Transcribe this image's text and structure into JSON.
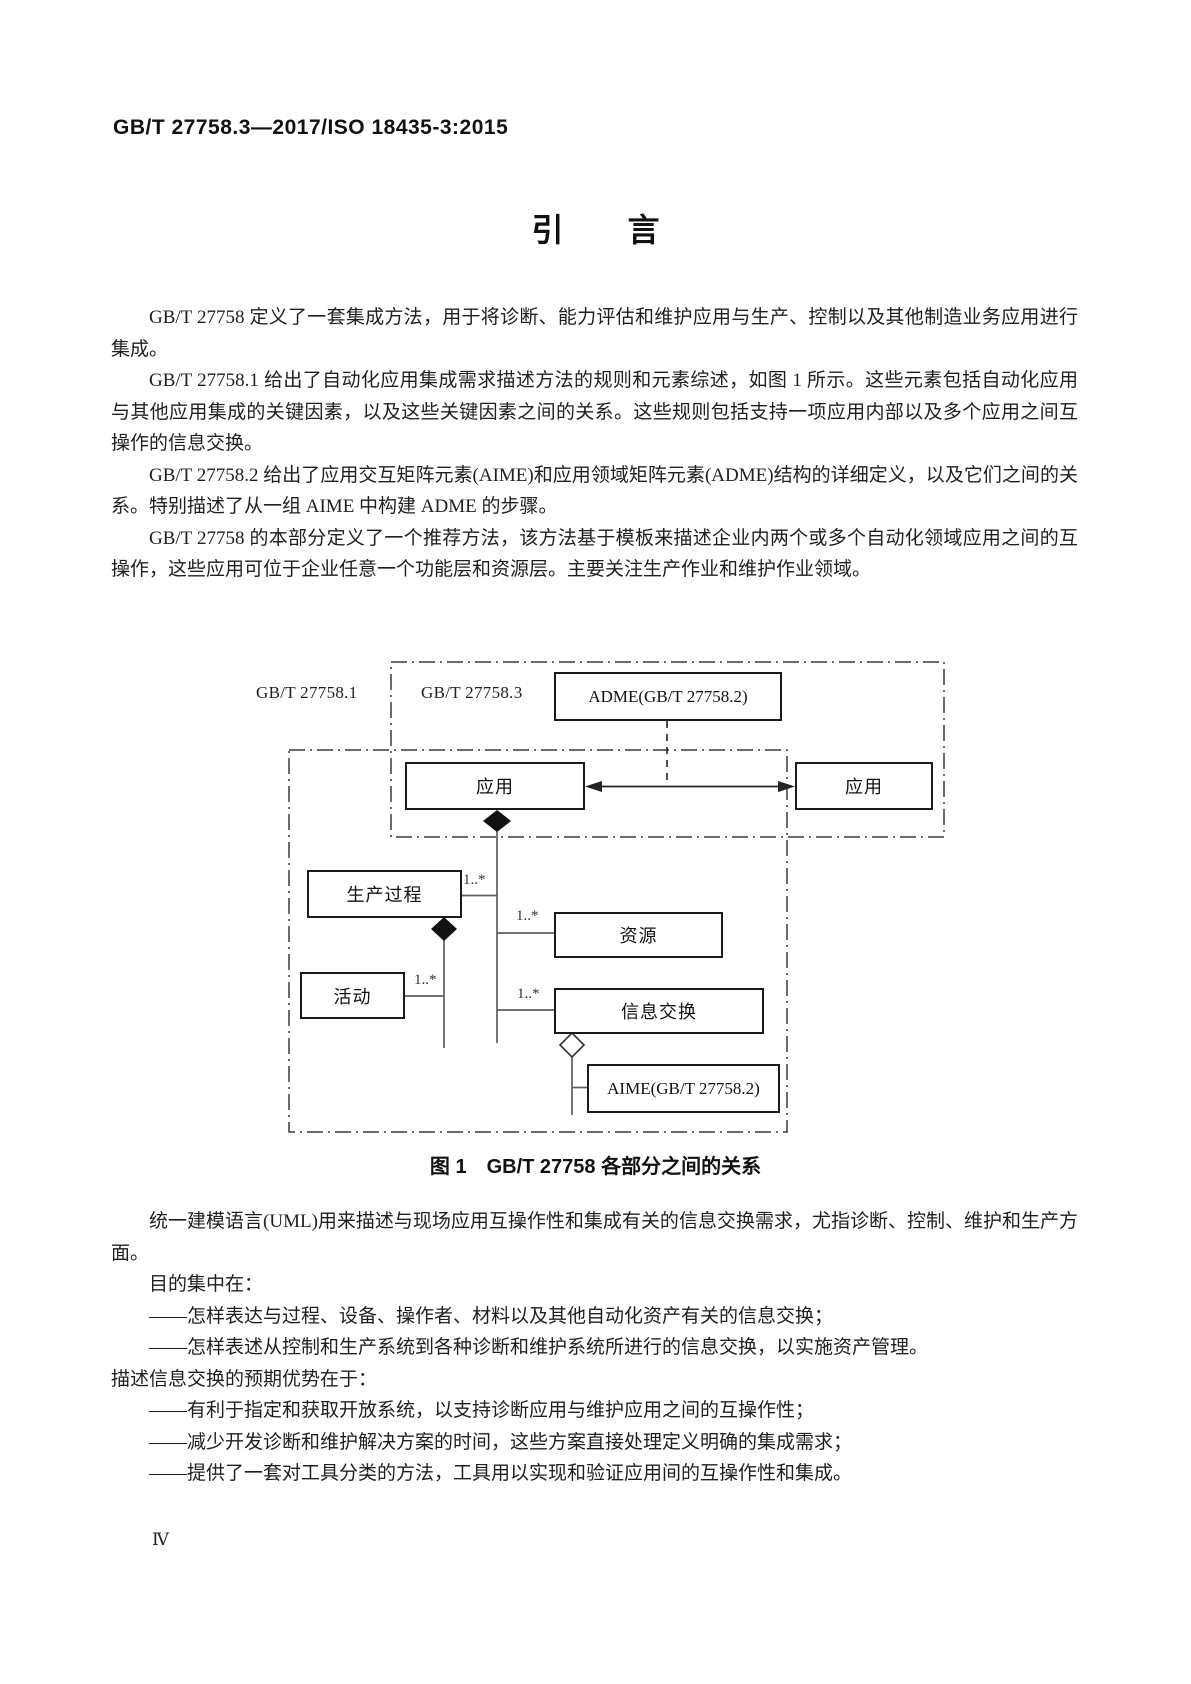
{
  "header": {
    "standard_number": "GB/T 27758.3—2017/ISO 18435-3:2015"
  },
  "title": "引　　言",
  "intro_paragraphs": [
    "GB/T 27758 定义了一套集成方法，用于将诊断、能力评估和维护应用与生产、控制以及其他制造业务应用进行集成。",
    "GB/T 27758.1 给出了自动化应用集成需求描述方法的规则和元素综述，如图 1 所示。这些元素包括自动化应用与其他应用集成的关键因素，以及这些关键因素之间的关系。这些规则包括支持一项应用内部以及多个应用之间互操作的信息交换。",
    "GB/T 27758.2 给出了应用交互矩阵元素(AIME)和应用领域矩阵元素(ADME)结构的详细定义，以及它们之间的关系。特别描述了从一组 AIME 中构建 ADME 的步骤。",
    "GB/T 27758 的本部分定义了一个推荐方法，该方法基于模板来描述企业内两个或多个自动化领域应用之间的互操作，这些应用可位于企业任意一个功能层和资源层。主要关注生产作业和维护作业领域。"
  ],
  "figure": {
    "scope_labels": {
      "part1": "GB/T 27758.1",
      "part3": "GB/T 27758.3"
    },
    "nodes": {
      "adme": "ADME(GB/T 27758.2)",
      "app_left": "应用",
      "app_right": "应用",
      "production_process": "生产过程",
      "activity": "活动",
      "resource": "资源",
      "info_exchange": "信息交换",
      "aime": "AIME(GB/T 27758.2)"
    },
    "multiplicity": "1..*",
    "caption": "图 1　GB/T 27758 各部分之间的关系"
  },
  "closing": {
    "uml_paragraph": "统一建模语言(UML)用来描述与现场应用互操作性和集成有关的信息交换需求，尤指诊断、控制、维护和生产方面。",
    "purpose_heading": "目的集中在：",
    "purpose_items": [
      "——怎样表达与过程、设备、操作者、材料以及其他自动化资产有关的信息交换；",
      "——怎样表述从控制和生产系统到各种诊断和维护系统所进行的信息交换，以实施资产管理。"
    ],
    "benefits_heading": "描述信息交换的预期优势在于：",
    "benefits_items": [
      "——有利于指定和获取开放系统，以支持诊断应用与维护应用之间的互操作性；",
      "——减少开发诊断和维护解决方案的时间，这些方案直接处理定义明确的集成需求；",
      "——提供了一套对工具分类的方法，工具用以实现和验证应用间的互操作性和集成。"
    ]
  },
  "footer": {
    "page_number": "Ⅳ"
  }
}
